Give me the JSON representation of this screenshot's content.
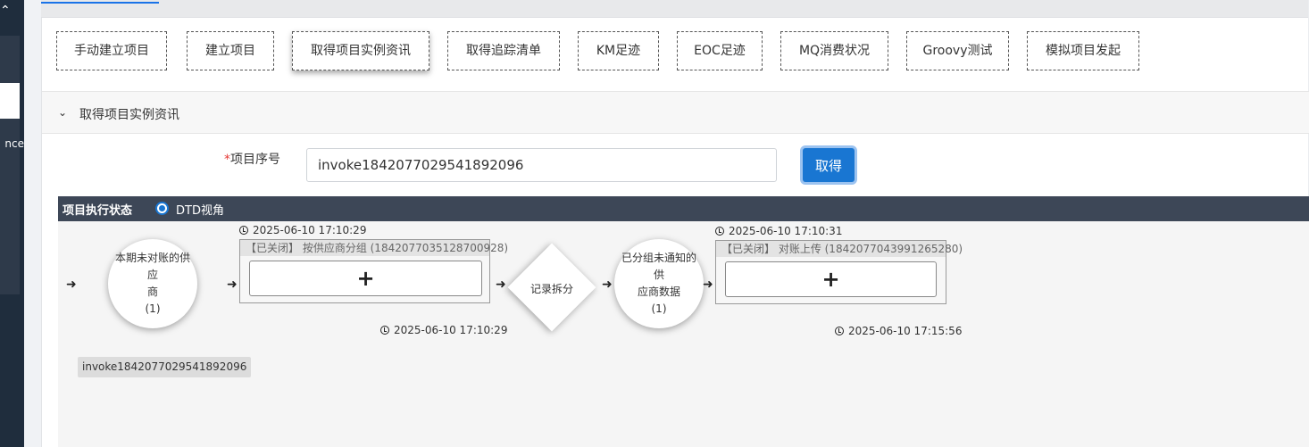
{
  "sidebar": {
    "collapse_icon": "chevron-up-icon",
    "partial_label": "nce"
  },
  "toolbar": {
    "buttons": [
      "手动建立项目",
      "建立项目",
      "取得项目实例资讯",
      "取得追踪清单",
      "KM足迹",
      "EOC足迹",
      "MQ消费状况",
      "Groovy测试",
      "模拟项目发起"
    ]
  },
  "section": {
    "title": "取得项目实例资讯",
    "icon": "chevron-down-icon"
  },
  "form": {
    "required_mark": "*",
    "label": "项目序号",
    "value": "invoke1842077029541892096",
    "submit_label": "取得"
  },
  "status": {
    "title": "项目执行状态",
    "view_option": "DTD视角",
    "colors": {
      "bar": "#3d4757",
      "accent": "#1976d2"
    }
  },
  "flow": {
    "start_node": {
      "lines": [
        "本期未对账的供应",
        "商",
        "(1)"
      ],
      "tag": "invoke1842077029541892096"
    },
    "task1": {
      "header": "【已关闭】 按供应商分组 (1842077035128700928)",
      "start_time": "2025-06-10 17:10:29",
      "end_time": "2025-06-10 17:10:29",
      "button_icon": "plus-icon"
    },
    "gateway": {
      "label": "记录拆分"
    },
    "mid_node": {
      "lines": [
        "已分组未通知的供",
        "应商数据",
        "(1)"
      ]
    },
    "task2": {
      "header": "【已关闭】 对账上传 (1842077043991265280)",
      "start_time": "2025-06-10 17:10:31",
      "end_time": "2025-06-10 17:15:56",
      "button_icon": "plus-icon"
    }
  }
}
